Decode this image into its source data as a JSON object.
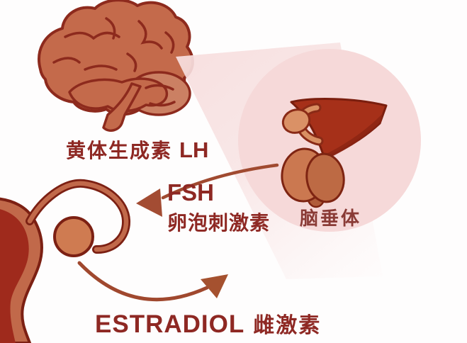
{
  "diagram": {
    "lh": {
      "zh": "黄体生成素",
      "en": "LH"
    },
    "fsh": {
      "en": "FSH",
      "zh": "卵泡刺激素"
    },
    "pituitary_label": "脑垂体",
    "estradiol": {
      "en": "ESTRADIOL",
      "zh": "雌激素"
    }
  },
  "colors": {
    "label_red": "#8e2823",
    "pituitary_label_red": "#8a3b36",
    "organ_fill": "#c1694a",
    "organ_outline": "#7c2013",
    "brain_outline": "#8d2a1d",
    "dark_cavity": "#9f2a1c",
    "pituitary_wedge": "#a63019",
    "zoom_circle_pink": "#f6d9d9",
    "beam_pink": "#f7dede",
    "arrow_rust": "#a04a30"
  }
}
